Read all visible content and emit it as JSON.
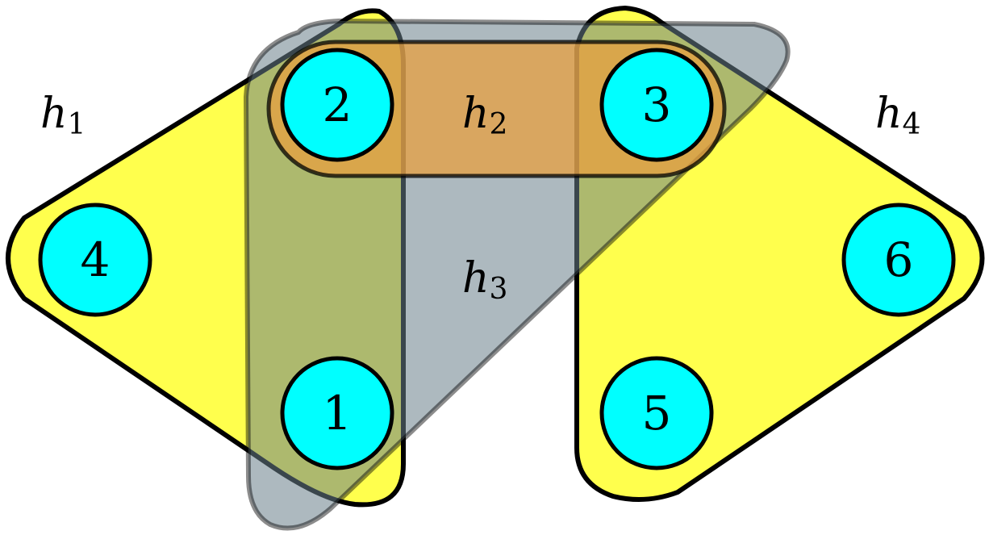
{
  "colors": {
    "node_fill": "#00FFFF",
    "h1_fill": "#FFFF4D",
    "h4_fill": "#FFFF4D",
    "h2_fill": "#E8A040",
    "h3_fill": "#6A7F8A",
    "stroke": "#000000"
  },
  "hyperedges": [
    {
      "id": "h1",
      "label": "h",
      "sub": "1",
      "nodes": [
        "2",
        "4",
        "1"
      ]
    },
    {
      "id": "h2",
      "label": "h",
      "sub": "2",
      "nodes": [
        "2",
        "3"
      ]
    },
    {
      "id": "h3",
      "label": "h",
      "sub": "3",
      "nodes": [
        "2",
        "3",
        "1"
      ]
    },
    {
      "id": "h4",
      "label": "h",
      "sub": "4",
      "nodes": [
        "3",
        "6",
        "5"
      ]
    }
  ],
  "nodes": [
    {
      "id": "1",
      "label": "1"
    },
    {
      "id": "2",
      "label": "2"
    },
    {
      "id": "3",
      "label": "3"
    },
    {
      "id": "4",
      "label": "4"
    },
    {
      "id": "5",
      "label": "5"
    },
    {
      "id": "6",
      "label": "6"
    }
  ]
}
